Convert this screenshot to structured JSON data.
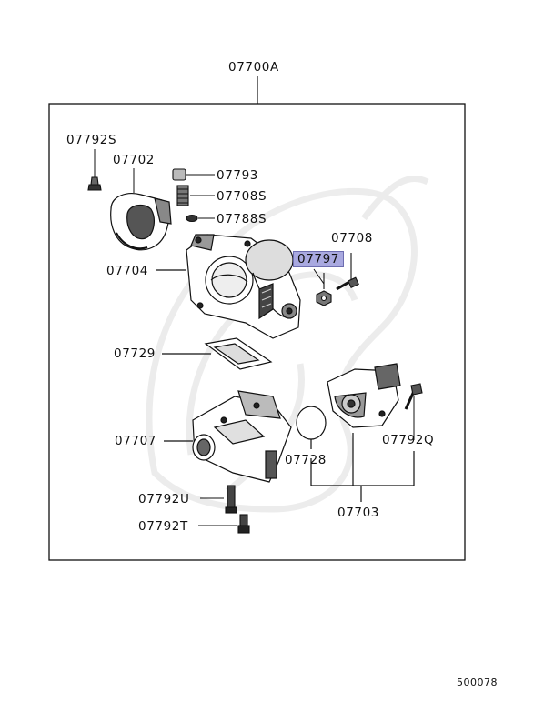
{
  "diagram": {
    "assembly_label": "07700A",
    "parts": {
      "p07792S": "07792S",
      "p07702": "07702",
      "p07793": "07793",
      "p07708S": "07708S",
      "p07788S": "07788S",
      "p07708": "07708",
      "p07797": "07797",
      "p07704": "07704",
      "p07729": "07729",
      "p07707": "07707",
      "p07728": "07728",
      "p07792Q": "07792Q",
      "p07792U": "07792U",
      "p07792T": "07792T",
      "p07703": "07703"
    },
    "highlighted_part": "07797",
    "highlight_color": "#a9a9e0",
    "reference_code": "500078"
  }
}
